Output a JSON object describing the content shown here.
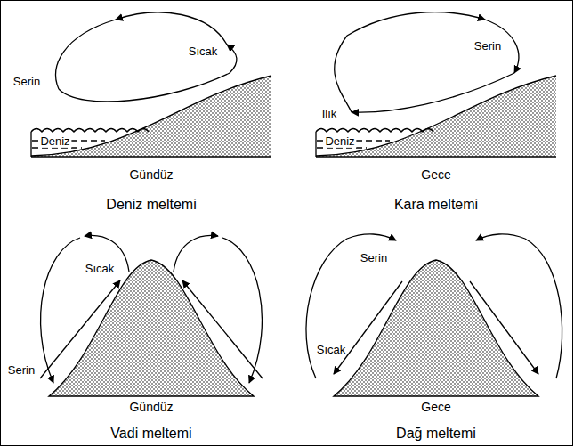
{
  "diagram": {
    "labels": [
      "Serin",
      "Sıcak",
      "Deniz",
      "Gündüz",
      "Deniz meltemi",
      "Serin",
      "Ilık",
      "Deniz",
      "Gece",
      "Kara meltemi",
      "Sıcak",
      "Serin",
      "Gündüz",
      "Vadi meltemi",
      "Serin",
      "Sıcak",
      "Gece",
      "Dağ meltemi"
    ]
  }
}
